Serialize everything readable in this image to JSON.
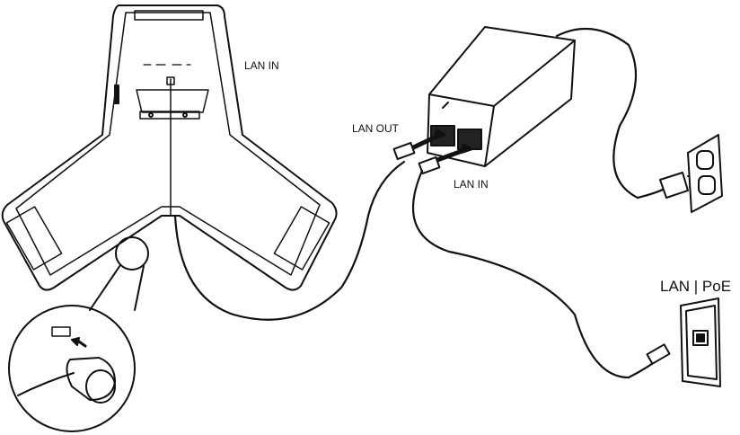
{
  "labels": {
    "phone_lan_in": "LAN IN",
    "injector_lan_out": "LAN OUT",
    "injector_lan_in": "LAN IN",
    "wall_jack": "LAN | PoE"
  },
  "colors": {
    "line": "#111111",
    "background": "#ffffff"
  }
}
